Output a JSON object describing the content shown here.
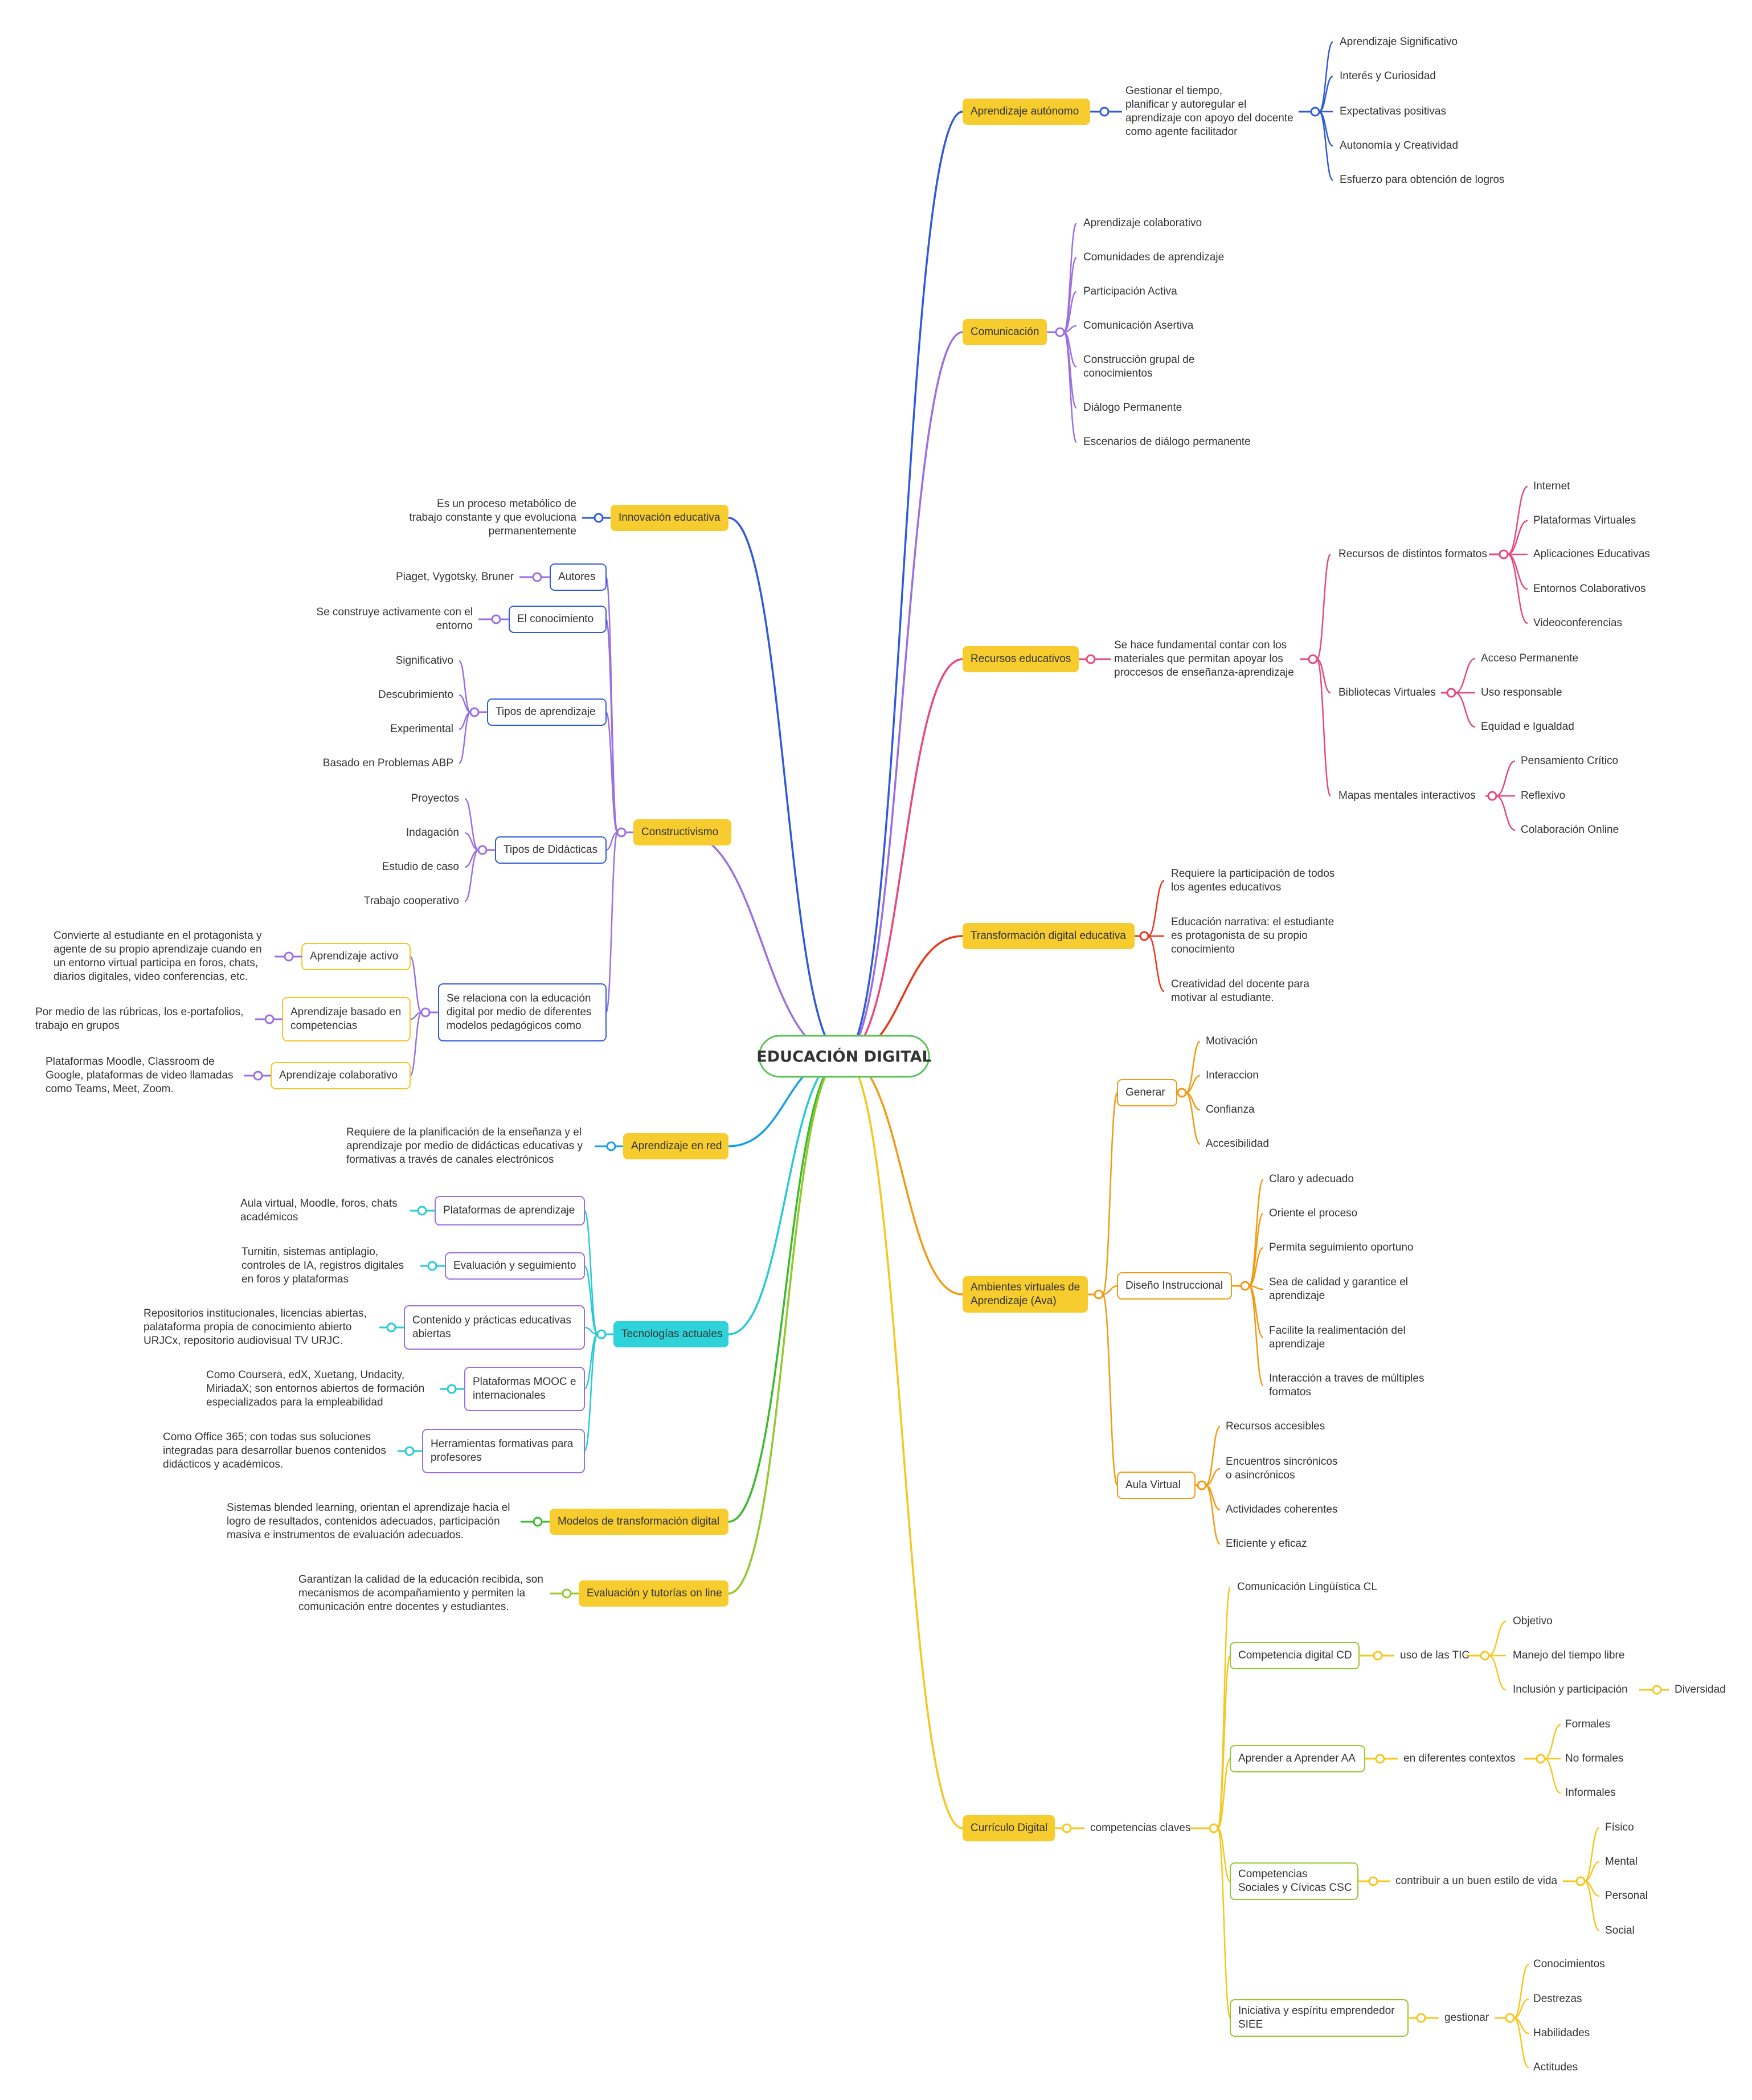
{
  "root": "EDUCACIÓN DIGITAL",
  "colors": {
    "blue": "#2f5bd9",
    "purple": "#9b6fe0",
    "pink": "#e6497f",
    "red": "#e8371b",
    "orange": "#f29a12",
    "yellow": "#f5c721",
    "sky": "#169ee8",
    "cyan": "#26cbd3",
    "green": "#3bba2e",
    "lime": "#93c92c",
    "tag_gold": "#f7cc2e",
    "tag_cyan": "#2dd3d9",
    "root_border": "#5fc25a"
  },
  "right": {
    "aut": {
      "label": "Aprendizaje autónomo",
      "desc": [
        "Gestionar el tiempo,",
        "planificar y autoregular el",
        "aprendizaje con apoyo del docente",
        "como agente facilitador"
      ],
      "items": [
        "Aprendizaje Significativo",
        "Interés y Curiosidad",
        "Expectativas positivas",
        "Autonomía y Creatividad",
        "Esfuerzo para obtención de logros"
      ]
    },
    "com": {
      "label": "Comunicación",
      "items": [
        "Aprendizaje colaborativo",
        "Comunidades de aprendizaje",
        "Participación Activa",
        "Comunicación Asertiva",
        "Construcción grupal de|conocimientos",
        "Diálogo Permanente",
        "Escenarios de diálogo permanente"
      ]
    },
    "rec": {
      "label": "Recursos educativos",
      "desc": [
        "Se hace fundamental contar con los",
        "materiales que permitan apoyar los",
        "proccesos de enseñanza-aprendizaje"
      ],
      "groups": [
        {
          "label": "Recursos de distintos formatos",
          "items": [
            "Internet",
            "Plataformas Virtuales",
            "Aplicaciones Educativas",
            "Entornos Colaborativos",
            "Videoconferencias"
          ]
        },
        {
          "label": "Bibliotecas Virtuales",
          "items": [
            "Acceso Permanente",
            "Uso responsable",
            "Equidad e Igualdad"
          ]
        },
        {
          "label": "Mapas mentales interactivos",
          "items": [
            "Pensamiento Crítico",
            "Reflexivo",
            "Colaboración Online"
          ]
        }
      ]
    },
    "tra": {
      "label": "Transformación digital educativa",
      "items": [
        "Requiere la participación de todos|los agentes educativos",
        "Educación narrativa: el estudiante|es protagonista de su propio|conocimiento",
        "Creatividad del docente para|motivar al estudiante."
      ]
    },
    "ava": {
      "label": "Ambientes virtuales de|Aprendizaje (Ava)",
      "groups": [
        {
          "label": "Generar",
          "items": [
            "Motivación",
            "Interaccion",
            "Confianza",
            "Accesibilidad"
          ]
        },
        {
          "label": "Diseño Instruccional",
          "items": [
            "Claro y adecuado",
            "Oriente el proceso",
            "Permita seguimiento oportuno",
            "Sea de calidad y garantice el|aprendizaje",
            "Facilite la realimentación del|aprendizaje",
            "Interacción a traves de múltiples|formatos"
          ]
        },
        {
          "label": "Aula Virtual",
          "items": [
            "Recursos accesibles",
            "Encuentros sincrónicos|o asincrónicos",
            "Actividades coherentes",
            "Eficiente y eficaz"
          ]
        }
      ]
    },
    "cur": {
      "label": "Currículo Digital",
      "mid": "competencias claves",
      "cl": "Comunicación Lingüística CL",
      "cd": {
        "label": "Competencia digital CD",
        "mid": "uso de las TIC",
        "items": [
          "Objetivo",
          "Manejo del tiempo libre",
          "Inclusión y participación"
        ],
        "extra": "Diversidad"
      },
      "aa": {
        "label": "Aprender a Aprender AA",
        "mid": "en diferentes contextos",
        "items": [
          "Formales",
          "No formales",
          "Informales"
        ]
      },
      "csc": {
        "label": "Competencias|Sociales y Cívicas CSC",
        "mid": "contribuir a un buen estilo de vida",
        "items": [
          "Físico",
          "Mental",
          "Personal",
          "Social"
        ]
      },
      "siee": {
        "label": "Iniciativa y espíritu emprendedor|SIEE",
        "mid": "gestionar",
        "items": [
          "Conocimientos",
          "Destrezas",
          "Habilidades",
          "Actitudes"
        ]
      }
    }
  },
  "left": {
    "inn": {
      "label": "Innovación educativa",
      "desc": [
        "Es un proceso metabólico de",
        "trabajo constante y que evoluciona",
        "permanentemente"
      ]
    },
    "con": {
      "label": "Constructivismo",
      "autores": {
        "label": "Autores",
        "desc": "Piaget, Vygotsky, Bruner"
      },
      "conoc": {
        "label": "El conocimiento",
        "desc": [
          "Se construye activamente con el",
          "entorno"
        ]
      },
      "tipos_ap": {
        "label": "Tipos de aprendizaje",
        "items": [
          "Significativo",
          "Descubrimiento",
          "Experimental",
          "Basado en Problemas ABP"
        ]
      },
      "tipos_did": {
        "label": "Tipos de Didácticas",
        "items": [
          "Proyectos",
          "Indagación",
          "Estudio de caso",
          "Trabajo cooperativo"
        ]
      },
      "rel": {
        "label": [
          "Se relaciona con la educación",
          "digital por medio de diferentes",
          "modelos pedagógicos como"
        ],
        "items": [
          {
            "label": [
              "Aprendizaje activo"
            ],
            "desc": [
              "Convierte al estudiante en el protagonista y",
              "agente de su propio aprendizaje cuando en",
              "un entorno virtual participa en foros, chats,",
              "diarios digitales, video conferencias, etc."
            ]
          },
          {
            "label": [
              "Aprendizaje basado en",
              "competencias"
            ],
            "desc": [
              "Por medio de las rúbricas, los e-portafolios,",
              "trabajo en grupos"
            ]
          },
          {
            "label": [
              "Aprendizaje colaborativo"
            ],
            "desc": [
              "Plataformas Moodle, Classroom de",
              "Google, plataformas de video llamadas",
              "como Teams, Meet, Zoom."
            ]
          }
        ]
      }
    },
    "red": {
      "label": "Aprendizaje en red",
      "desc": [
        "Requiere de la planificación de la enseñanza y el",
        "aprendizaje por medio de didácticas educativas y",
        "formativas a través de canales electrónicos"
      ]
    },
    "tec": {
      "label": "Tecnologías actuales",
      "items": [
        {
          "label": [
            "Plataformas de aprendizaje"
          ],
          "desc": [
            "Aula virtual, Moodle, foros, chats",
            "académicos"
          ]
        },
        {
          "label": [
            "Evaluación y seguimiento"
          ],
          "desc": [
            "Turnitin, sistemas antiplagio,",
            "controles de IA, registros digitales",
            "en foros y plataformas"
          ]
        },
        {
          "label": [
            "Contenido y prácticas educativas",
            "abiertas"
          ],
          "desc": [
            "Repositorios institucionales, licencias abiertas,",
            "palataforma propia de conocimiento abierto",
            "URJCx, repositorio audiovisual TV URJC."
          ]
        },
        {
          "label": [
            "Plataformas MOOC e",
            "internacionales"
          ],
          "desc": [
            "Como Coursera, edX, Xuetang, Undacity,",
            "MiriadaX; son entornos abiertos de formación",
            "especializados para la empleabilidad"
          ]
        },
        {
          "label": [
            "Herramientas formativas para",
            "profesores"
          ],
          "desc": [
            "Como Office 365; con todas sus soluciones",
            "integradas para desarrollar buenos contenidos",
            "didácticos y académicos."
          ]
        }
      ]
    },
    "mod": {
      "label": "Modelos de transformación digital",
      "desc": [
        "Sistemas blended learning,  orientan el aprendizaje hacia el",
        "logro de resultados, contenidos adecuados, participación",
        "masiva e instrumentos de evaluación adecuados."
      ]
    },
    "eva": {
      "label": "Evaluación y tutorías on line",
      "desc": [
        "Garantizan la calidad de la educación recibida, son",
        "mecanismos de acompañamiento y permiten la",
        "comunicación entre docentes y estudiantes."
      ]
    }
  }
}
